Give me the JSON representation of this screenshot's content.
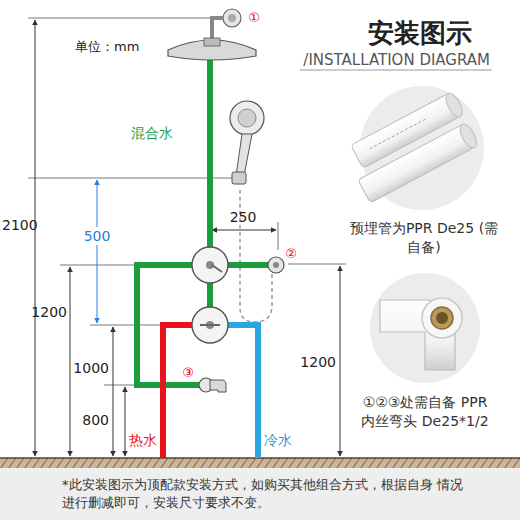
{
  "diagram": {
    "title": "安装图示",
    "caption": "*此安装图示为顶配款安装方式，如购买其他组合方式，根据自身 情况进行删减即可，安装尺寸要求不变。",
    "labels": [
      "/INSTALLATION DIAGRAM",
      "单位：mm",
      "①",
      "②",
      "③",
      "混合水",
      "250",
      "500",
      "2100",
      "1200",
      "1000",
      "800",
      "1200",
      "热水",
      "冷水",
      "预埋管为PPR De25 (需自备)",
      "①②③处需自备 PPR内丝弯头 De25*1/2"
    ]
  }
}
